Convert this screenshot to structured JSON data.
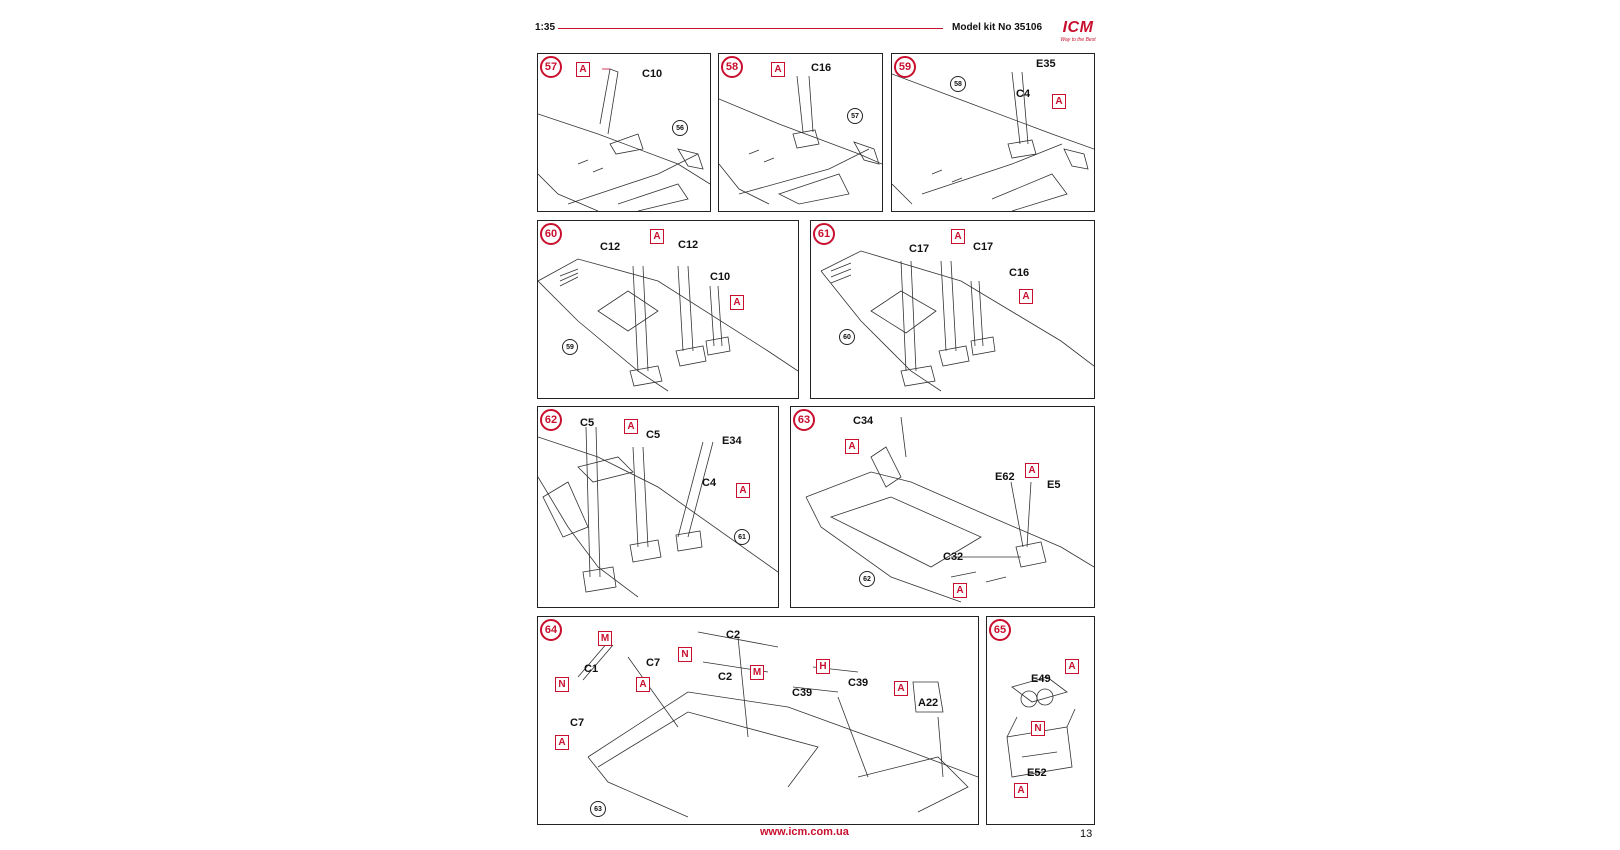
{
  "header": {
    "scale": "1:35",
    "kit_label": "Model kit No 35106",
    "logo_text": "ICM",
    "logo_tagline": "Way to the Best"
  },
  "footer": {
    "url": "www.icm.com.ua",
    "page_number": "13"
  },
  "colors": {
    "accent": "#c8102e",
    "line": "#222222"
  },
  "steps": [
    {
      "number": "57",
      "parts": [
        "C10"
      ],
      "badges": [
        "A"
      ],
      "ref": "56"
    },
    {
      "number": "58",
      "parts": [
        "C16"
      ],
      "badges": [
        "A"
      ],
      "ref": "57"
    },
    {
      "number": "59",
      "parts": [
        "E35",
        "C4"
      ],
      "badges": [
        "A"
      ],
      "ref": "58"
    },
    {
      "number": "60",
      "parts": [
        "C12",
        "C12",
        "C10"
      ],
      "badges": [
        "A",
        "A"
      ],
      "ref": "59"
    },
    {
      "number": "61",
      "parts": [
        "C17",
        "C17",
        "C16"
      ],
      "badges": [
        "A",
        "A"
      ],
      "ref": "60"
    },
    {
      "number": "62",
      "parts": [
        "C5",
        "C5",
        "E34",
        "C4"
      ],
      "badges": [
        "A",
        "A"
      ],
      "ref": "61"
    },
    {
      "number": "63",
      "parts": [
        "C34",
        "E62",
        "E5",
        "C32"
      ],
      "badges": [
        "A",
        "A",
        "A"
      ],
      "ref": "62"
    },
    {
      "number": "64",
      "parts": [
        "C1",
        "C7",
        "C7",
        "C2",
        "C2",
        "C39",
        "C39",
        "A22"
      ],
      "badges": [
        "M",
        "N",
        "A",
        "A",
        "N",
        "M",
        "H",
        "A"
      ],
      "ref": "63"
    },
    {
      "number": "65",
      "parts": [
        "E49",
        "E52"
      ],
      "badges": [
        "A",
        "N",
        "A"
      ],
      "ref": ""
    }
  ]
}
